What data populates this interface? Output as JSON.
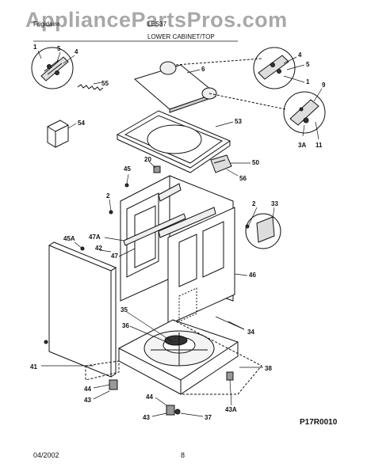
{
  "watermark": "AppliancePartsPros.com",
  "header": {
    "brand": "Frigidaire",
    "model_prefix": "LES37",
    "section_title": "LOWER CABINET/TOP"
  },
  "footer": {
    "date": "04/2002",
    "page": "8",
    "drawing_code": "P17R0010"
  },
  "callouts": [
    "1",
    "5",
    "4",
    "55",
    "6",
    "4",
    "5",
    "1",
    "9",
    "3A",
    "11",
    "54",
    "53",
    "20",
    "50",
    "56",
    "45",
    "2",
    "2",
    "33",
    "47A",
    "45A",
    "42",
    "47",
    "46",
    "35",
    "36",
    "34",
    "41",
    "38",
    "44",
    "43",
    "44",
    "43",
    "37",
    "43A"
  ]
}
